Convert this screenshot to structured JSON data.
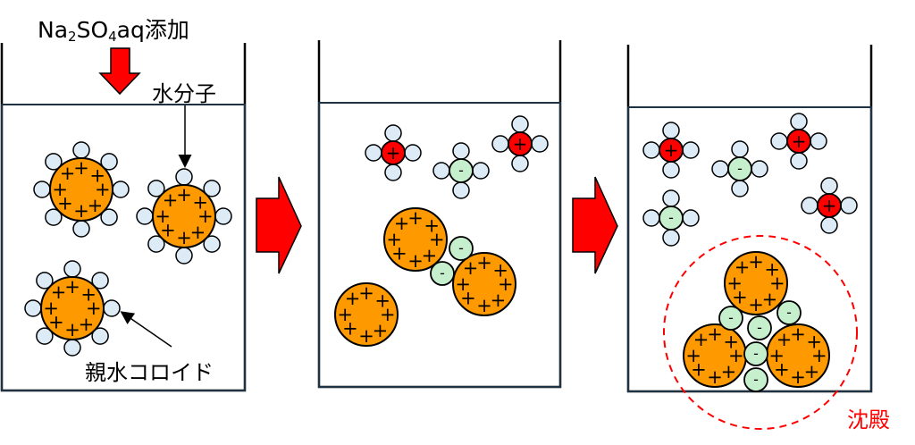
{
  "labels": {
    "reagent_prefix": "Na",
    "reagent_sub1": "2",
    "reagent_mid": "SO",
    "reagent_sub2": "4",
    "reagent_suffix": "aq添加",
    "water_molecule": "水分子",
    "hydrophilic_colloid": "親水コロイド",
    "precipitate": "沈殿"
  },
  "colors": {
    "colloid_fill": "#FF9900",
    "cation_fill": "#FF0000",
    "anion_fill": "#C6EFCE",
    "water_fill": "#DDEBF7",
    "arrow_fill": "#FF0000",
    "outline": "#000000",
    "beaker_line": "#1F3244",
    "precipitate_color": "#FF0000"
  },
  "symbols": {
    "positive": "+",
    "negative": "-"
  },
  "stages": [
    {
      "name": "before-addition",
      "colloids": 3,
      "hydrated": true,
      "cations": 0,
      "anions": 0
    },
    {
      "name": "after-addition",
      "colloids": 3,
      "hydrated": false,
      "cations": 2,
      "anions": 3
    },
    {
      "name": "precipitation",
      "colloids": 3,
      "hydrated": false,
      "cations": 3,
      "anions": 7
    }
  ]
}
